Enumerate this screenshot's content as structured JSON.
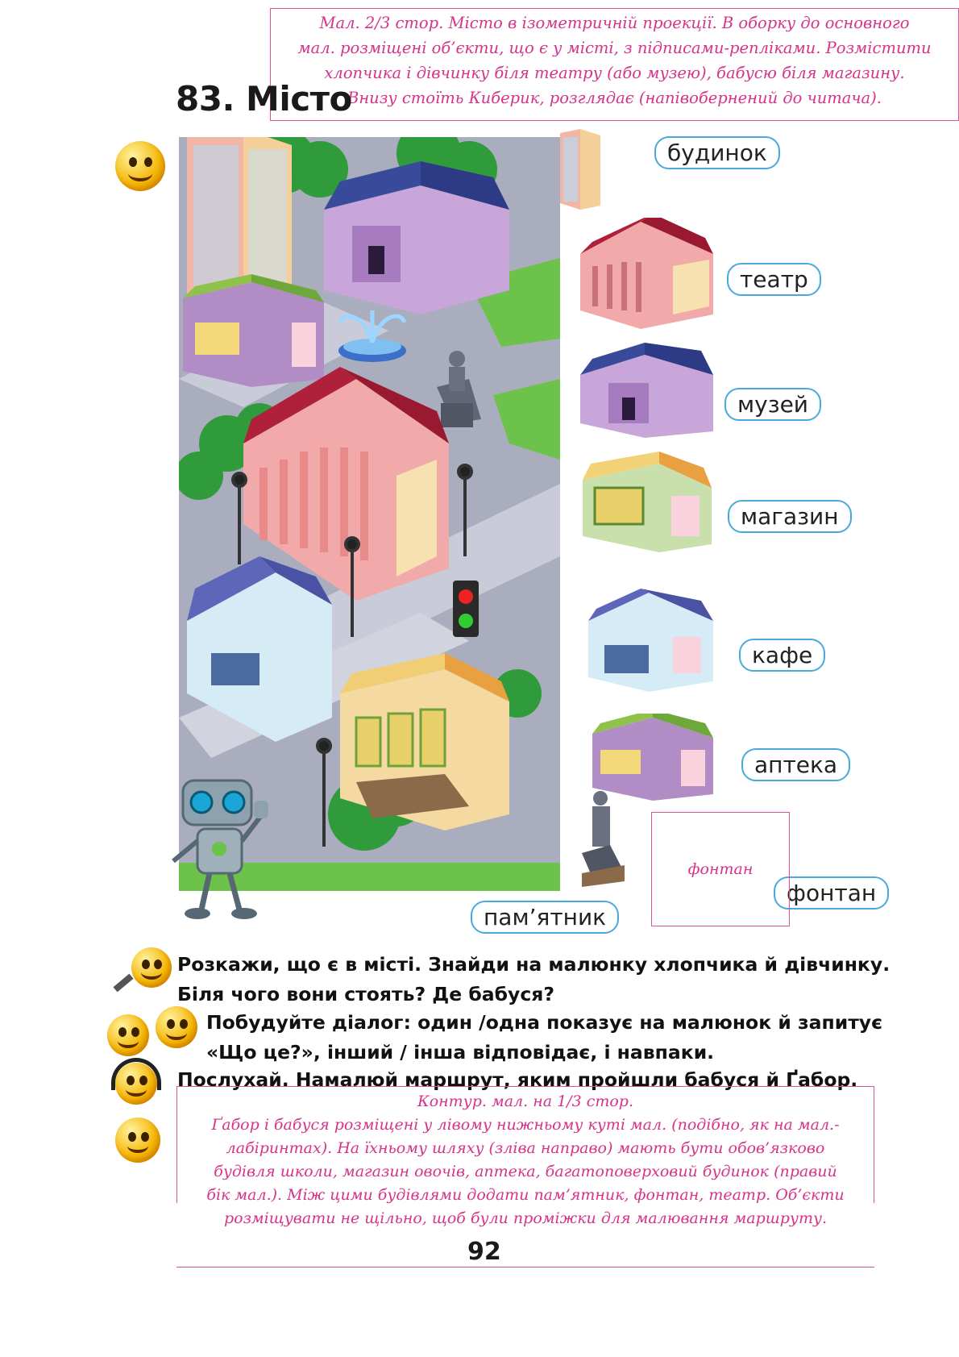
{
  "top_note": {
    "lines": [
      "Мал. 2/3 стор. Місто в ізометричній проекції. В оборку до основного",
      "мал. розміщені об’єкти, що є у місті, з підписами-репліками. Розмістити",
      "хлопчика і дівчинку біля театру (або музею), бабусю біля магазину.",
      "Внизу стоїть Киберик, розглядає (напівобернений до читача)."
    ]
  },
  "lesson": {
    "title": "83. Місто"
  },
  "labels": {
    "building": "будинок",
    "theatre": "театр",
    "museum": "музей",
    "shop": "магазин",
    "cafe": "кафе",
    "pharmacy": "аптека",
    "fountain": "фонтан",
    "monument": "пам’ятник"
  },
  "fountain_placeholder": "фонтан",
  "tasks": {
    "speak": [
      "Розкажи, що є в місті. Знайди на малюнку хлопчика й дівчинку.",
      "Біля чого вони стоять? Де бабуся?"
    ],
    "dialog": [
      "Побудуйте діалог: один /одна показує на малюнок й запитує",
      "«Що це?», інший / інша відповідає, і навпаки."
    ],
    "listen": "Послухай. Намалюй маршрут, яким пройшли бабуся й Ґабор."
  },
  "bottom_note": {
    "lines": [
      "Контур. мал. на 1/3 стор.",
      "Ґабор і бабуся розміщені у лівому нижньому куті мал. (подібно, як на мал.-",
      "лабіринтах). На їхньому шляху (зліва направо) мають бути обов’язково",
      "будівля школи, магазин овочів, аптека, багатоповерховий будинок (правий",
      "бік мал.). Між цими будівлями додати пам’ятник, фонтан, театр. Об’єкти",
      "розміщувати не щільно, щоб були проміжки для малювання маршруту."
    ]
  },
  "page_number": "92",
  "colors": {
    "note_pink": "#d6338a",
    "label_border": "#4aa9dc",
    "road": "#a9adbd",
    "grass": "#6cc24a"
  }
}
